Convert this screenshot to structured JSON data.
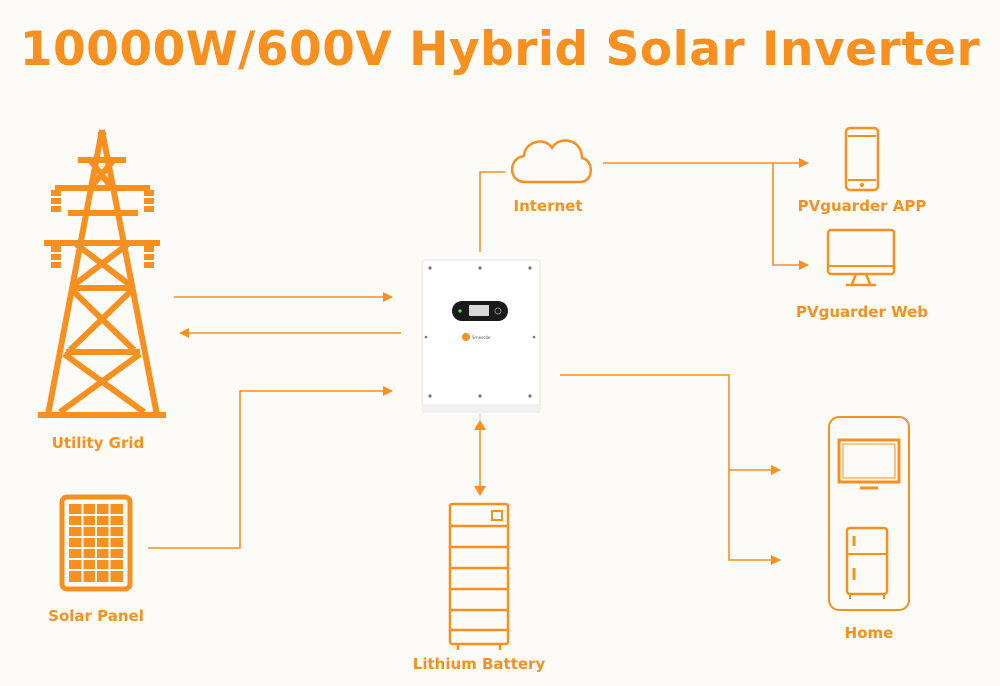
{
  "title": "10000W/600V Hybrid Solar Inverter",
  "colors": {
    "accent": "#f7901e",
    "background": "#fcfbf8",
    "inverter_body": "#ffffff",
    "display_panel": "#1a1a1a"
  },
  "nodes": {
    "utility_grid": {
      "label": "Utility Grid",
      "icon": "transmission-tower-icon"
    },
    "solar_panel": {
      "label": "Solar Panel",
      "icon": "solar-panel-icon"
    },
    "internet": {
      "label": "Internet",
      "icon": "cloud-icon"
    },
    "app": {
      "label": "PVguarder  APP",
      "icon": "smartphone-icon"
    },
    "web": {
      "label": "PVguarder  Web",
      "icon": "monitor-icon"
    },
    "battery": {
      "label": "Lithium Battery",
      "icon": "battery-stack-icon"
    },
    "home": {
      "label": "Home",
      "icon": "house-appliances-icon"
    },
    "inverter": {
      "icon": "hybrid-inverter-icon",
      "brand": "Srnesolar"
    }
  }
}
